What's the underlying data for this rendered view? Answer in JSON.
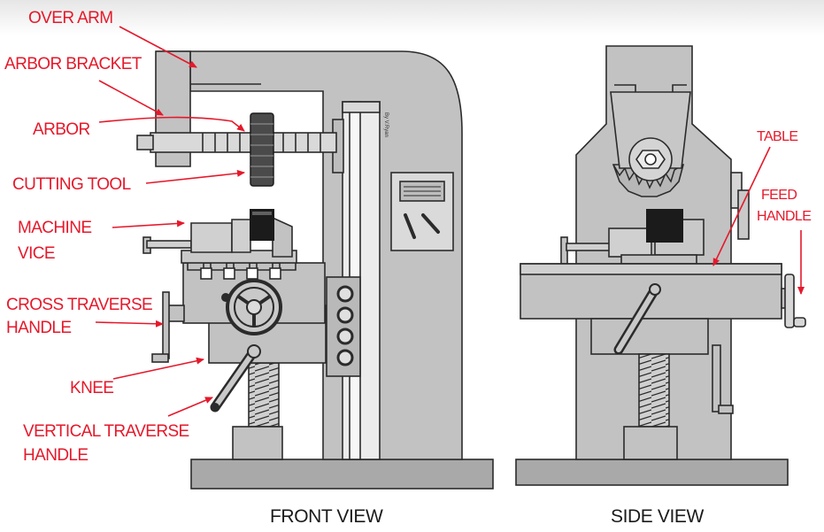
{
  "colors": {
    "label": "#e5192b",
    "machine_fill": "#c2c2c2",
    "machine_light": "#d6d6d6",
    "machine_dark": "#8e8e8e",
    "outline": "#2b2b2b",
    "base": "#a9a9a9"
  },
  "labels": {
    "over_arm": "OVER ARM",
    "arbor_bracket": "ARBOR BRACKET",
    "arbor": "ARBOR",
    "cutting_tool": "CUTTING TOOL",
    "machine_vice_1": "MACHINE",
    "machine_vice_2": "VICE",
    "cross_traverse_1": "CROSS TRAVERSE",
    "cross_traverse_2": "HANDLE",
    "knee": "KNEE",
    "vertical_traverse_1": "VERTICAL TRAVERSE",
    "vertical_traverse_2": "HANDLE",
    "table": "TABLE",
    "feed_handle_1": "FEED",
    "feed_handle_2": "HANDLE"
  },
  "captions": {
    "front_view": "FRONT VIEW",
    "side_view": "SIDE VIEW"
  },
  "signature": "By V.Ryan"
}
